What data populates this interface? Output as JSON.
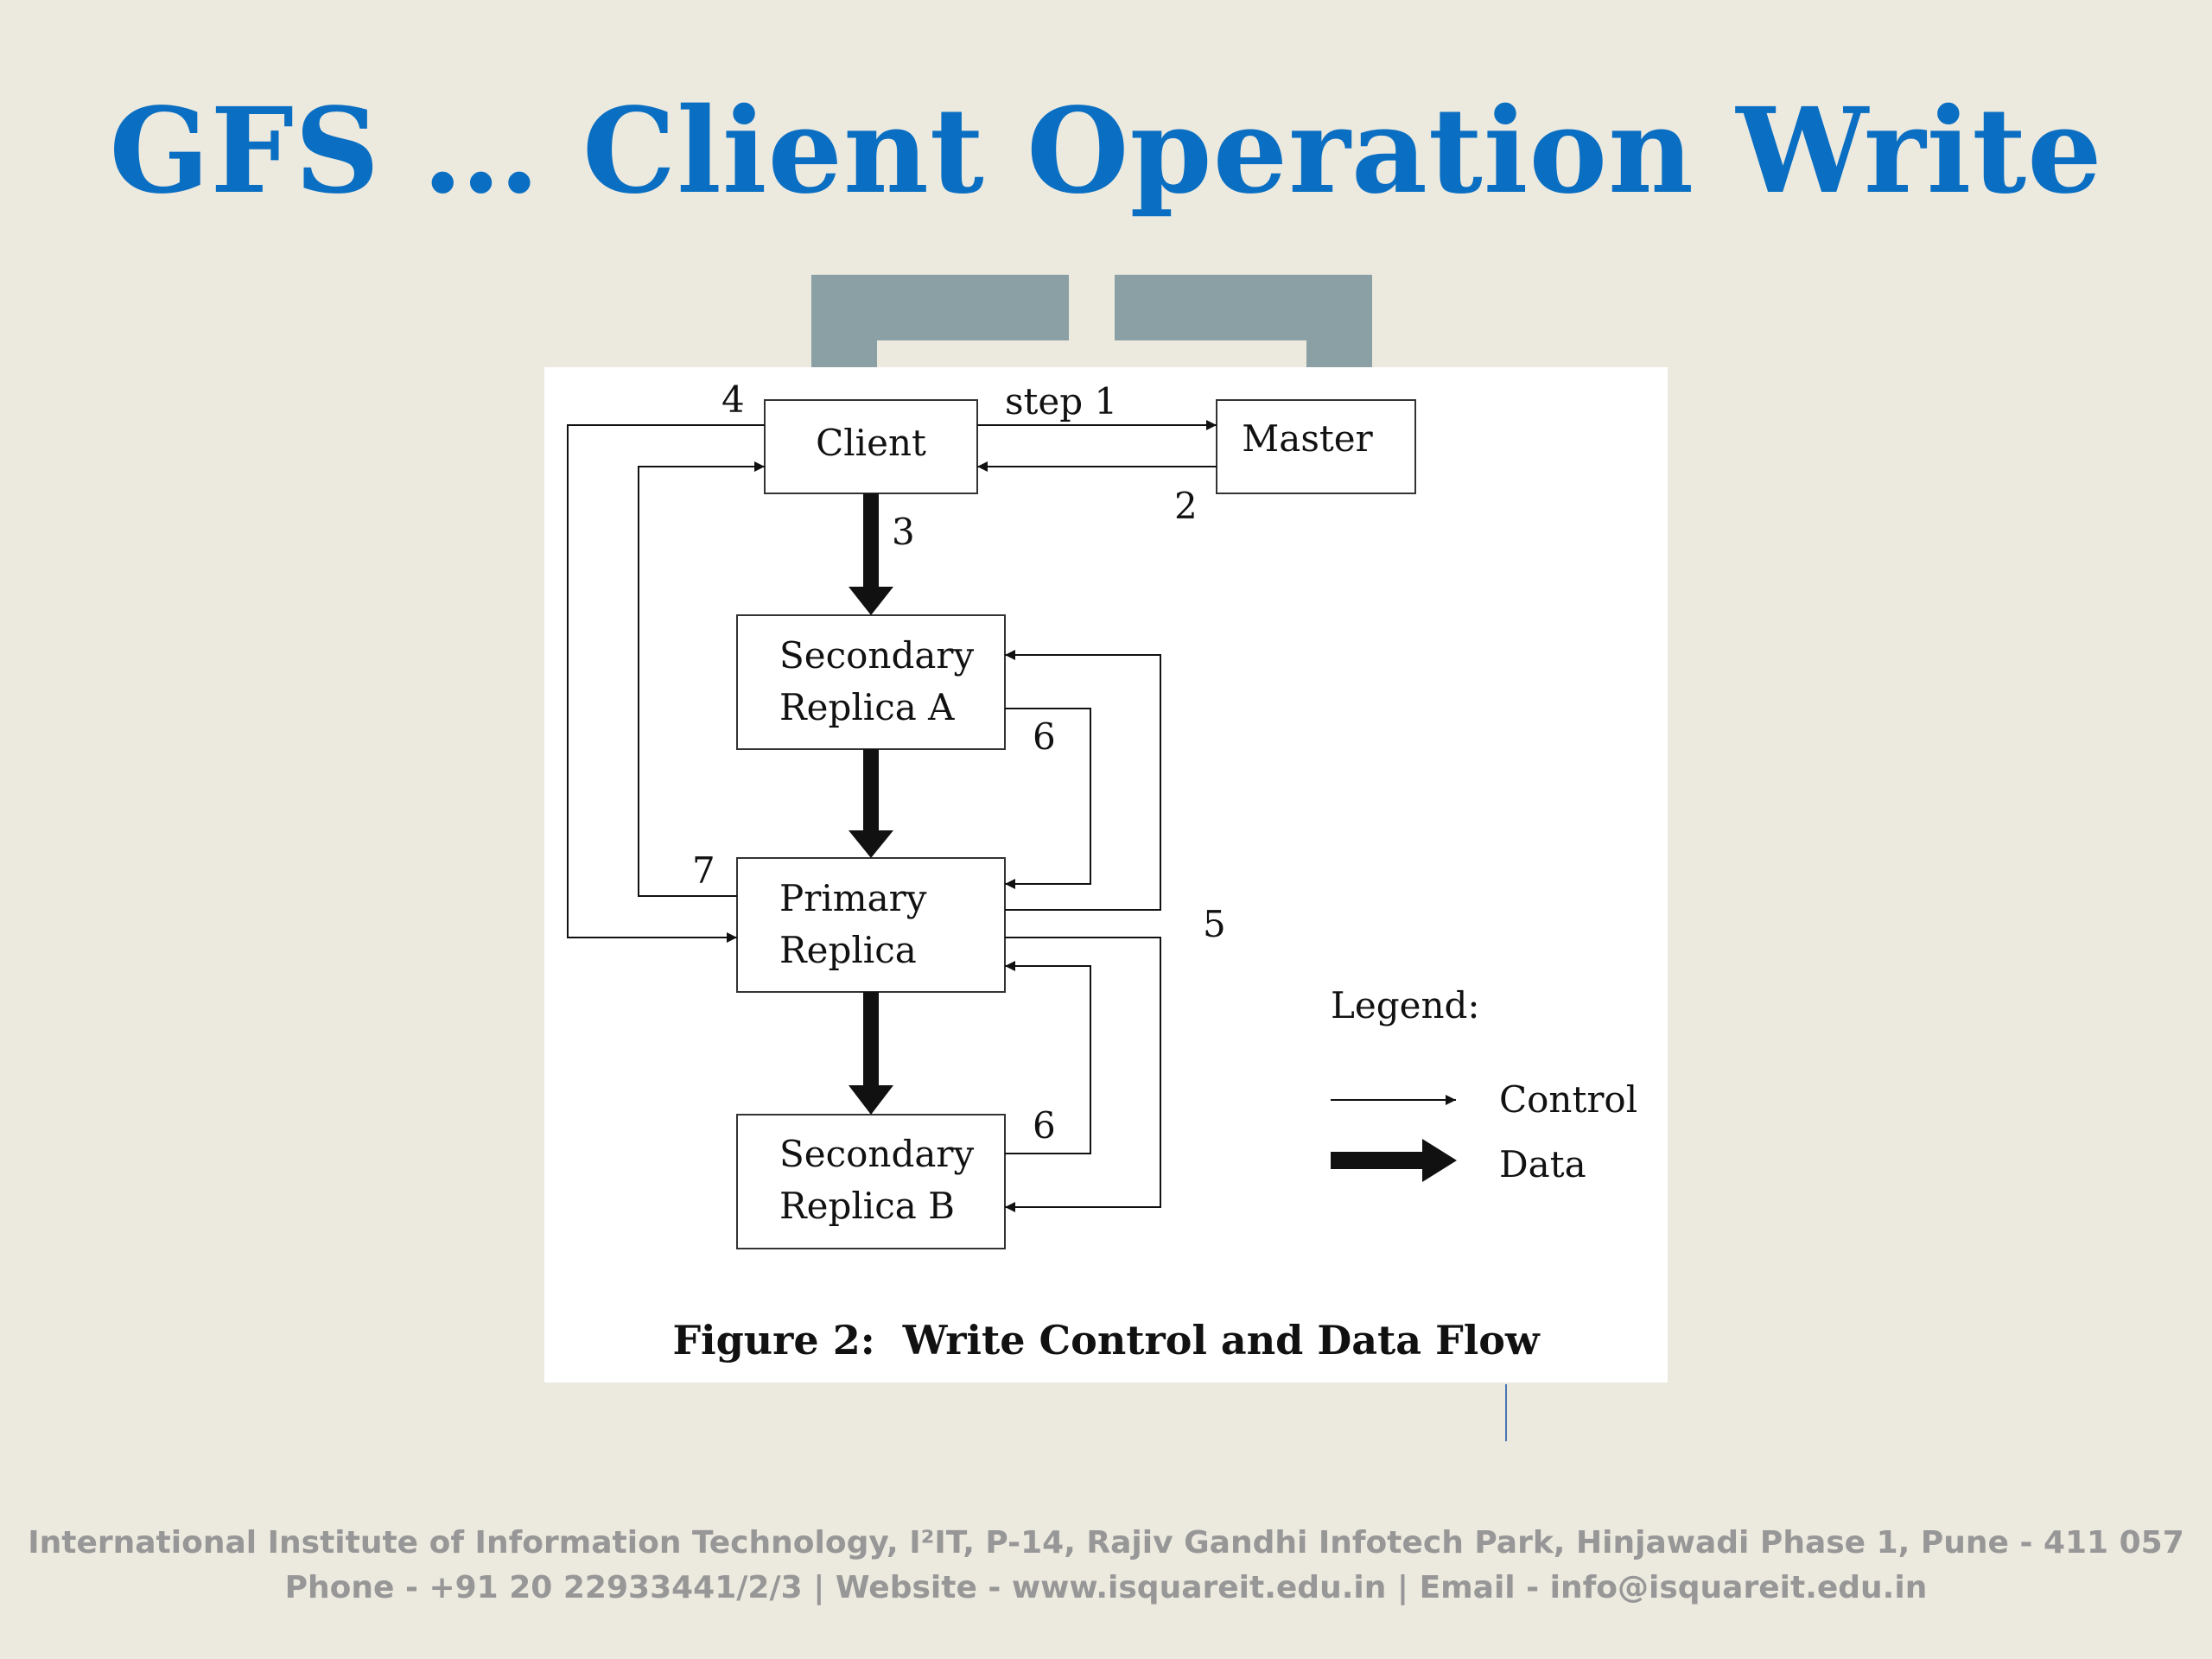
{
  "title": "GFS … Client Operation Write",
  "diagram": {
    "nodes": {
      "client": "Client",
      "master": "Master",
      "secondary_a": [
        "Secondary",
        "Replica A"
      ],
      "primary": [
        "Primary",
        "Replica"
      ],
      "secondary_b": [
        "Secondary",
        "Replica B"
      ]
    },
    "step_labels": {
      "step1": "step 1",
      "step2": "2",
      "step3": "3",
      "step4": "4",
      "step5": "5",
      "step6a": "6",
      "step6b": "6",
      "step7": "7"
    },
    "legend": {
      "title": "Legend:",
      "control": "Control",
      "data": "Data"
    },
    "caption": "Figure 2:  Write Control and Data Flow"
  },
  "footer": {
    "line1": "International Institute of Information Technology, I²IT, P-14, Rajiv Gandhi Infotech Park, Hinjawadi Phase 1, Pune - 411 057",
    "line2": "Phone - +91 20 22933441/2/3 | Website - www.isquareit.edu.in | Email - info@isquareit.edu.in"
  }
}
